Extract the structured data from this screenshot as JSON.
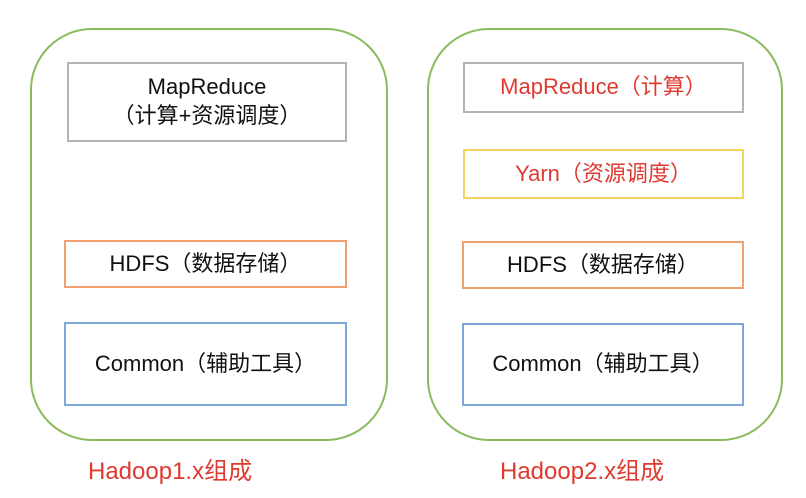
{
  "colors": {
    "container": "#8cbb5f",
    "mapreduce": "#b3b3b3",
    "yarn": "#f4d35e",
    "hdfs": "#f0a070",
    "common": "#7ea6d8",
    "highlight": "#e0392f"
  },
  "hadoop1": {
    "caption": "Hadoop1.x组成",
    "mapreduce_line1": "MapReduce",
    "mapreduce_line2": "（计算+资源调度）",
    "hdfs": "HDFS（数据存储）",
    "common": "Common（辅助工具）"
  },
  "hadoop2": {
    "caption": "Hadoop2.x组成",
    "mapreduce": "MapReduce（计算）",
    "yarn": "Yarn（资源调度）",
    "hdfs": "HDFS（数据存储）",
    "common": "Common（辅助工具）"
  }
}
